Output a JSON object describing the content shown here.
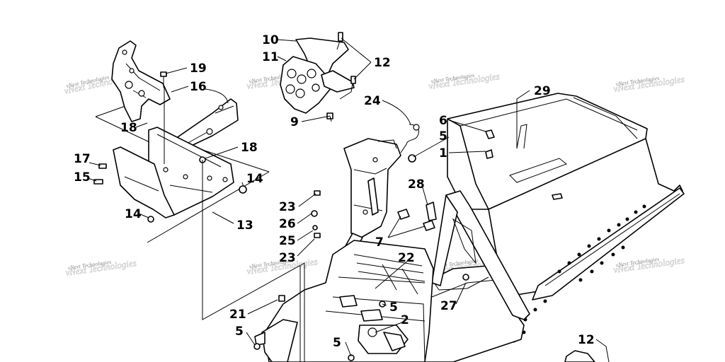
{
  "watermark_text": "vNext Technologies",
  "callouts": {
    "c10": "10",
    "c11": "11",
    "c12a": "12",
    "c9": "9",
    "c19": "19",
    "c16": "16",
    "c18a": "18",
    "c18b": "18",
    "c17": "17",
    "c15": "15",
    "c14a": "14",
    "c14b": "14",
    "c13": "13",
    "c24": "24",
    "c6": "6",
    "c5a": "5",
    "c1": "1",
    "c29": "29",
    "c23a": "23",
    "c26": "26",
    "c25": "25",
    "c23b": "23",
    "c28": "28",
    "c7": "7",
    "c22": "22",
    "c21": "21",
    "c5b": "5",
    "c5c": "5",
    "c2": "2",
    "c5d": "5",
    "c27": "27",
    "c12b": "12"
  }
}
